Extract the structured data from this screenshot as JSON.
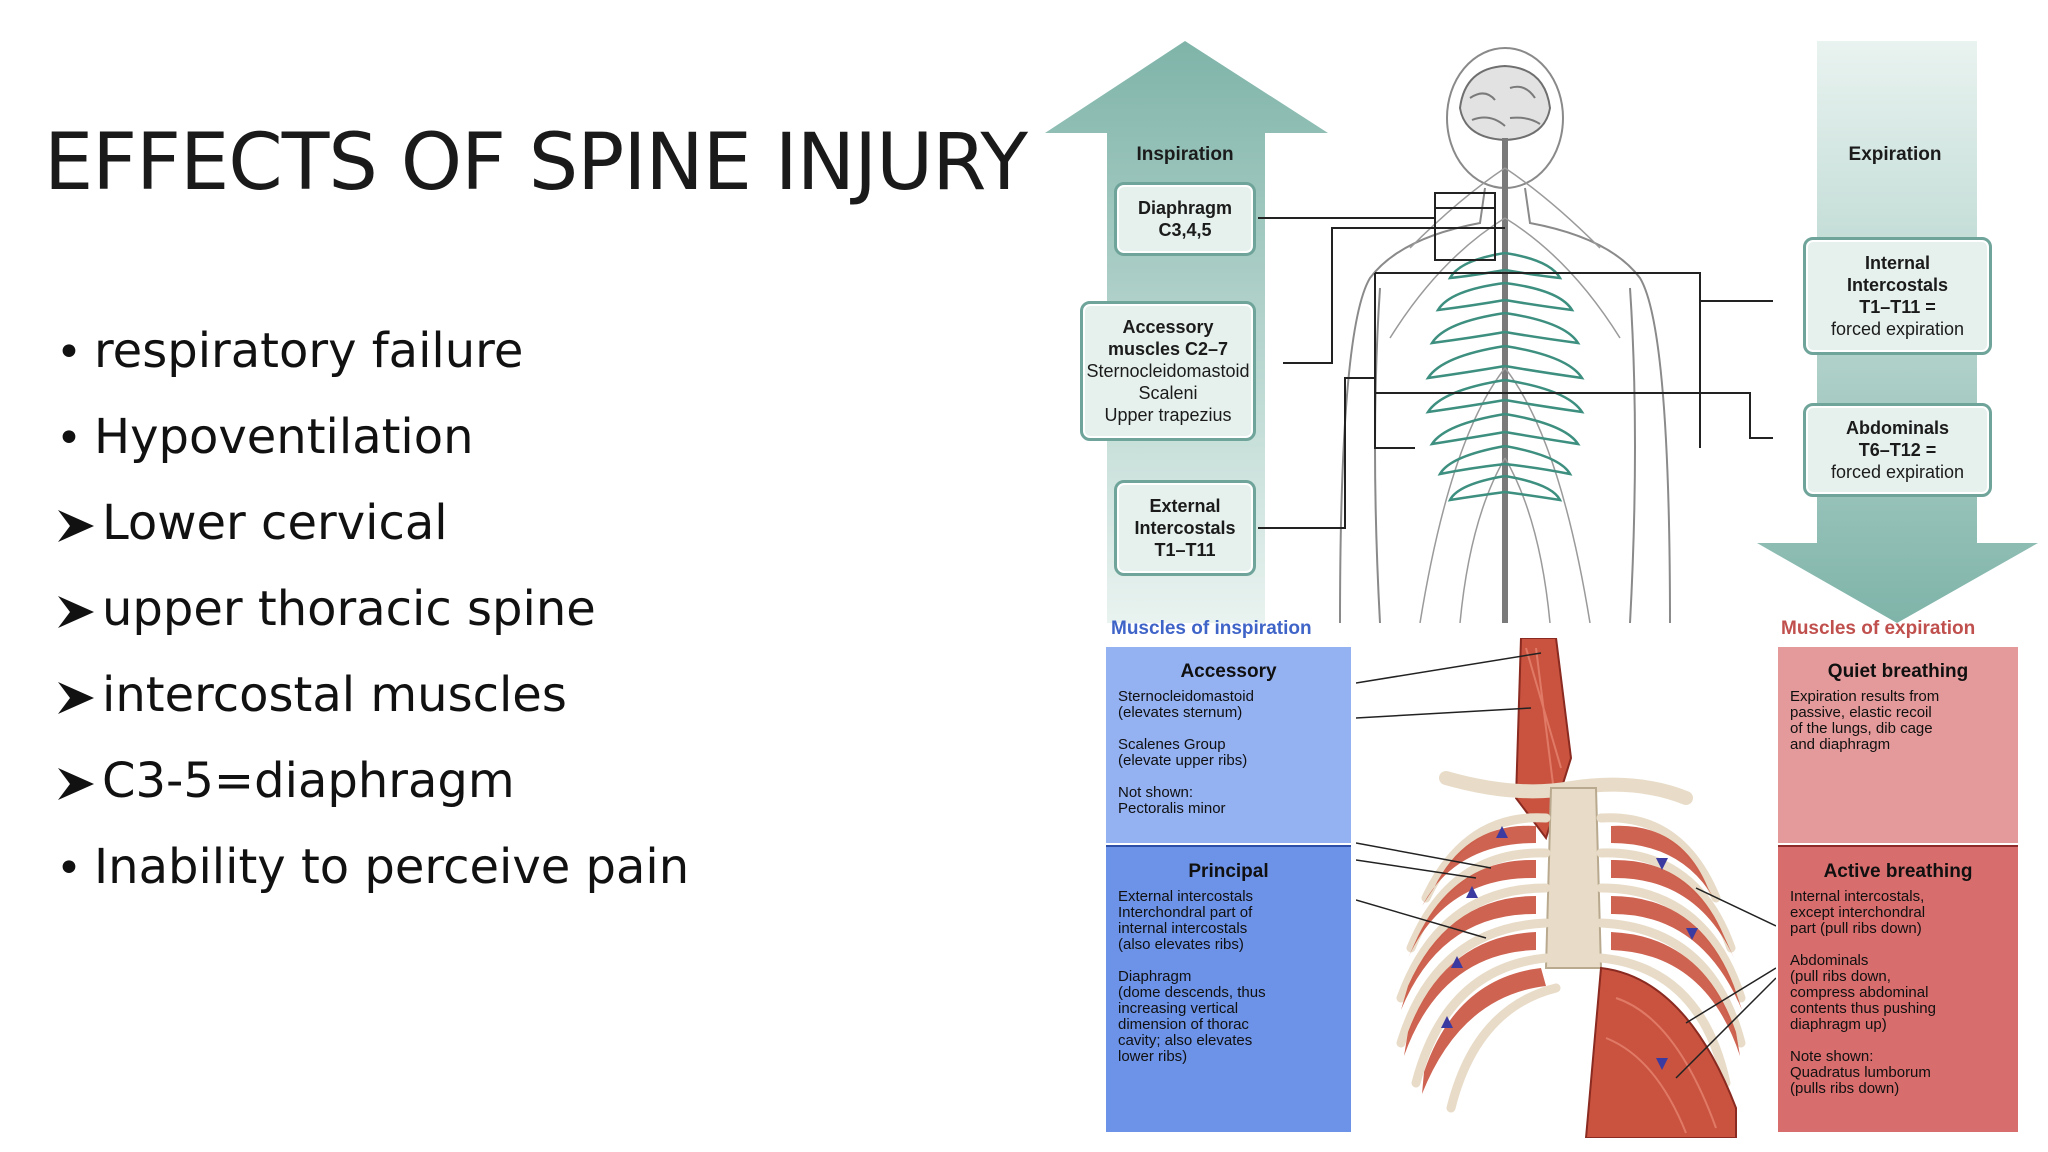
{
  "slide": {
    "title": "EFFECTS OF SPINE INJURY",
    "bullets": [
      {
        "marker": "dot",
        "text": "respiratory failure"
      },
      {
        "marker": "dot",
        "text": "Hypoventilation"
      },
      {
        "marker": "arrow",
        "text": "Lower cervical"
      },
      {
        "marker": "arrow",
        "text": "upper thoracic spine"
      },
      {
        "marker": "arrow",
        "text": "intercostal muscles"
      },
      {
        "marker": "arrow",
        "text": "C3-5=diaphragm"
      },
      {
        "marker": "dot",
        "text": "Inability to perceive pain"
      }
    ]
  },
  "figure": {
    "inspiration_label": "Inspiration",
    "expiration_label": "Expiration",
    "diaphragm": {
      "line1": "Diaphragm",
      "line2": "C3,4,5"
    },
    "accessory": {
      "line1": "Accessory",
      "line2": "muscles C2–7",
      "line3": "Sternocleidomastoid",
      "line4": "Scaleni",
      "line5": "Upper trapezius"
    },
    "external": {
      "line1": "External",
      "line2": "Intercostals",
      "line3": "T1–T11"
    },
    "internal": {
      "line1": "Internal",
      "line2": "Intercostals",
      "line3": "T1–T11 =",
      "line4": "forced expiration"
    },
    "abdominals": {
      "line1": "Abdominals",
      "line2": "T6–T12 =",
      "line3": "forced expiration"
    },
    "muscles_inspiration_caption": "Muscles of inspiration",
    "muscles_expiration_caption": "Muscles of expiration",
    "accessory_panel": {
      "head": "Accessory",
      "text": "Sternocleidomastoid\n(elevates sternum)\n\nScalenes Group\n(elevate upper ribs)\n\nNot shown:\n  Pectoralis minor"
    },
    "principal_panel": {
      "head": "Principal",
      "text": "External intercostals\nInterchondral part of\ninternal intercostals\n(also elevates ribs)\n\nDiaphragm\n(dome descends, thus\nincreasing vertical\ndimension of thorac\ncavity; also elevates\nlower ribs)"
    },
    "quiet_panel": {
      "head": "Quiet breathing",
      "text": "Expiration results from\npassive, elastic recoil\nof the lungs, dib cage\nand diaphragm"
    },
    "active_panel": {
      "head": "Active breathing",
      "text": "Internal intercostals,\nexcept interchondral\npart (pull ribs down)\n\nAbdominals\n(pull ribs down,\ncompress abdominal\ncontents thus pushing\ndiaphragm up)\n\nNote shown:\n  Quadratus lumborum\n  (pulls ribs down)"
    },
    "colors": {
      "teal": "#8cbdb3",
      "blue": "#6d93e8",
      "red": "#d86d6d",
      "muscle": "#c9533f"
    }
  }
}
